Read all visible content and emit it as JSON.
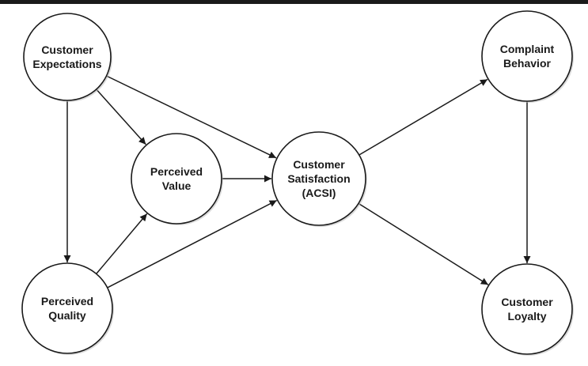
{
  "diagram": {
    "nodes": [
      {
        "id": "customer-expectations",
        "lines": [
          "Customer",
          "Expectations"
        ]
      },
      {
        "id": "perceived-value",
        "lines": [
          "Perceived",
          "Value"
        ]
      },
      {
        "id": "perceived-quality",
        "lines": [
          "Perceived",
          "Quality"
        ]
      },
      {
        "id": "customer-satisfaction",
        "lines": [
          "Customer",
          "Satisfaction",
          "(ACSI)"
        ]
      },
      {
        "id": "complaint-behavior",
        "lines": [
          "Complaint",
          "Behavior"
        ]
      },
      {
        "id": "customer-loyalty",
        "lines": [
          "Customer",
          "Loyalty"
        ]
      }
    ],
    "edges": [
      {
        "from": "customer-expectations",
        "to": "perceived-value"
      },
      {
        "from": "customer-expectations",
        "to": "customer-satisfaction"
      },
      {
        "from": "customer-expectations",
        "to": "perceived-quality"
      },
      {
        "from": "perceived-quality",
        "to": "perceived-value"
      },
      {
        "from": "perceived-quality",
        "to": "customer-satisfaction"
      },
      {
        "from": "perceived-value",
        "to": "customer-satisfaction"
      },
      {
        "from": "customer-satisfaction",
        "to": "complaint-behavior"
      },
      {
        "from": "customer-satisfaction",
        "to": "customer-loyalty"
      },
      {
        "from": "complaint-behavior",
        "to": "customer-loyalty"
      }
    ]
  }
}
